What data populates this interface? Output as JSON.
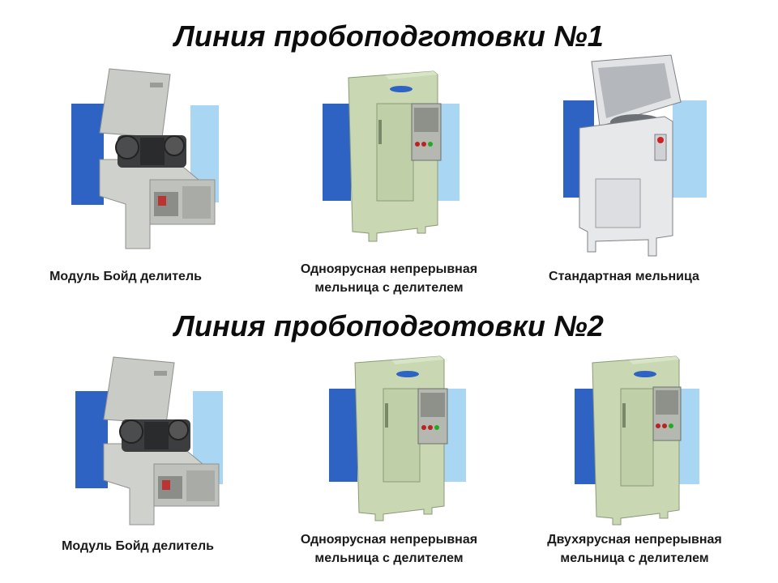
{
  "lines": [
    {
      "title": "Линия пробоподготовки №1",
      "items": [
        {
          "kind": "boyd-crusher",
          "caption": [
            "Модуль  Бойд делитель"
          ]
        },
        {
          "kind": "single-tier-mill",
          "caption": [
            "Одноярусная  непрерывная",
            "мельница с делителем"
          ]
        },
        {
          "kind": "standard-mill",
          "caption": [
            "Стандартная  мельница"
          ]
        }
      ]
    },
    {
      "title": "Линия пробоподготовки №2",
      "items": [
        {
          "kind": "boyd-crusher",
          "caption": [
            "Модуль  Бойд делитель"
          ]
        },
        {
          "kind": "single-tier-mill",
          "caption": [
            "Одноярусная  непрерывная",
            "мельница с делителем"
          ]
        },
        {
          "kind": "two-tier-mill",
          "caption": [
            "Двухярусная  непрерывная",
            "мельница с делителем"
          ]
        }
      ]
    }
  ],
  "colors": {
    "accent_blue": "#2e63c4",
    "light_blue": "#a9d6f2",
    "cabinet_green": "#c9d8b3",
    "machine_grey": "#c7c9c4",
    "standard_mill_white": "#e4e6e8"
  }
}
